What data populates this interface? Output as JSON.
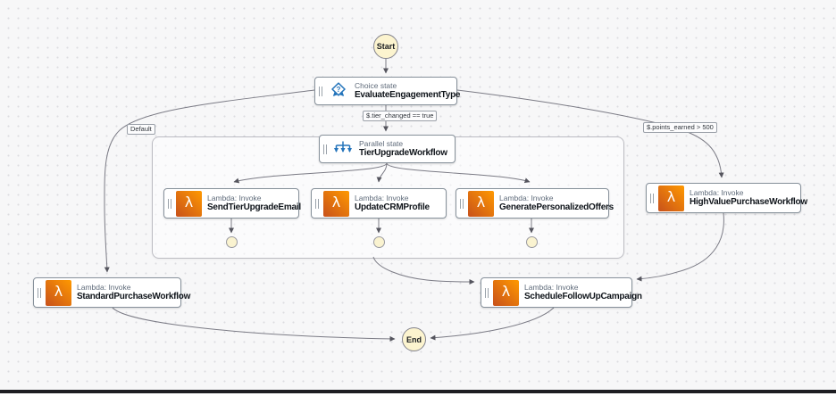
{
  "colors": {
    "canvas_bg": "#f7f7f8",
    "dot_grid": "#dcdce1",
    "node_border": "#87919b",
    "edge": "#7b7b85",
    "accent_blue": "#2474bb",
    "lambda_gradient_start": "#c8511b",
    "lambda_gradient_end": "#ff9900",
    "start_end_fill": "#fcf4cf",
    "terminal_fill": "#faf3d0"
  },
  "nodes": {
    "start": {
      "label": "Start"
    },
    "end": {
      "label": "End"
    },
    "choice": {
      "type_label": "Choice state",
      "name": "EvaluateEngagementType"
    },
    "parallel": {
      "type_label": "Parallel state",
      "name": "TierUpgradeWorkflow"
    },
    "send_email": {
      "type_label": "Lambda: Invoke",
      "name": "SendTierUpgradeEmail"
    },
    "update_crm": {
      "type_label": "Lambda: Invoke",
      "name": "UpdateCRMProfile"
    },
    "generate_offers": {
      "type_label": "Lambda: Invoke",
      "name": "GeneratePersonalizedOffers"
    },
    "high_value": {
      "type_label": "Lambda: Invoke",
      "name": "HighValuePurchaseWorkflow"
    },
    "standard": {
      "type_label": "Lambda: Invoke",
      "name": "StandardPurchaseWorkflow"
    },
    "schedule": {
      "type_label": "Lambda: Invoke",
      "name": "ScheduleFollowUpCampaign"
    }
  },
  "edge_labels": {
    "tier_changed": "$.tier_changed == true",
    "points_earned": "$.points_earned > 500",
    "default": "Default"
  }
}
